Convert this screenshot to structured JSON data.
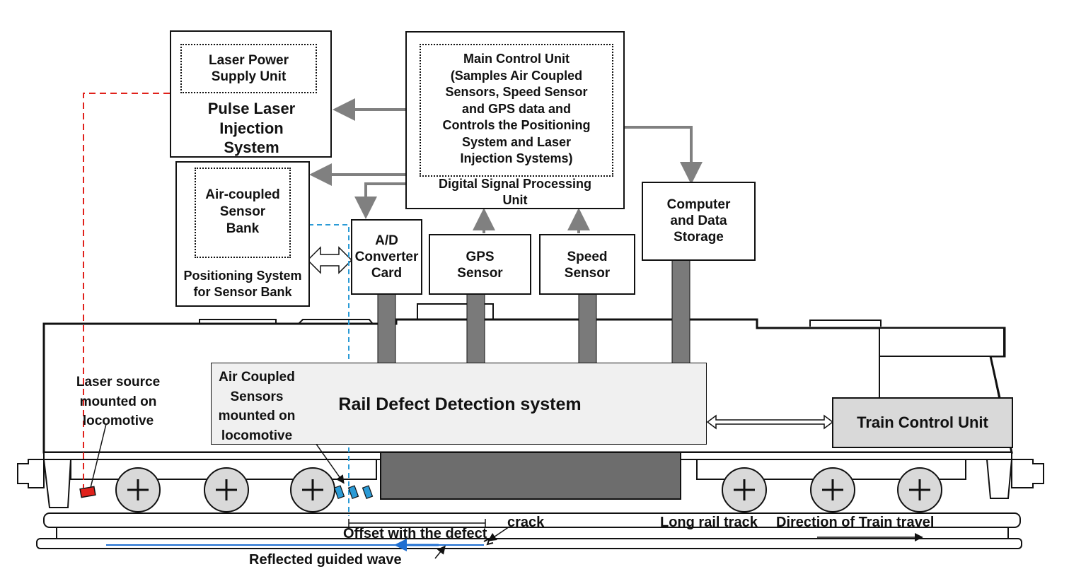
{
  "boxes": {
    "laser_power": "Laser Power\nSupply Unit",
    "pulse_laser": "Pulse Laser\nInjection\nSystem",
    "main_control": "Main Control Unit\n(Samples Air Coupled\nSensors, Speed Sensor\nand GPS data and\nControls the Positioning\nSystem and Laser\nInjection Systems)",
    "dsp": "Digital Signal Processing\nUnit",
    "air_bank": "Air-coupled\nSensor\nBank",
    "positioning": "Positioning System\nfor Sensor Bank",
    "ad_card": "A/D\nConverter\nCard",
    "gps": "GPS\nSensor",
    "speed": "Speed\nSensor",
    "computer": "Computer\nand Data\nStorage",
    "rdd": "Rail Defect Detection system",
    "train_control": "Train Control Unit"
  },
  "annotations": {
    "laser_source": "Laser source\nmounted on\nlocomotive",
    "air_sensors": "Air Coupled\nSensors\nmounted on\nlocomotive",
    "crack": "crack",
    "offset": "Offset with the defect",
    "long_rail": "Long rail track",
    "direction": "Direction of Train travel",
    "reflected": "Reflected guided wave"
  },
  "colors": {
    "stroke": "#111111",
    "arrow_gray": "#808080",
    "pillar_gray": "#7a7a7a",
    "laser_red": "#e0211b",
    "sensor_blue": "#2b9bd6",
    "wave_blue": "#1f6fd1",
    "panel_fill": "#f0f0f0",
    "train_control_fill": "#d9d9d9",
    "block_fill": "#6d6d6d"
  },
  "icons": [
    "laser-injector-icon",
    "air-sensor-icon",
    "wheel-plus-icon"
  ]
}
